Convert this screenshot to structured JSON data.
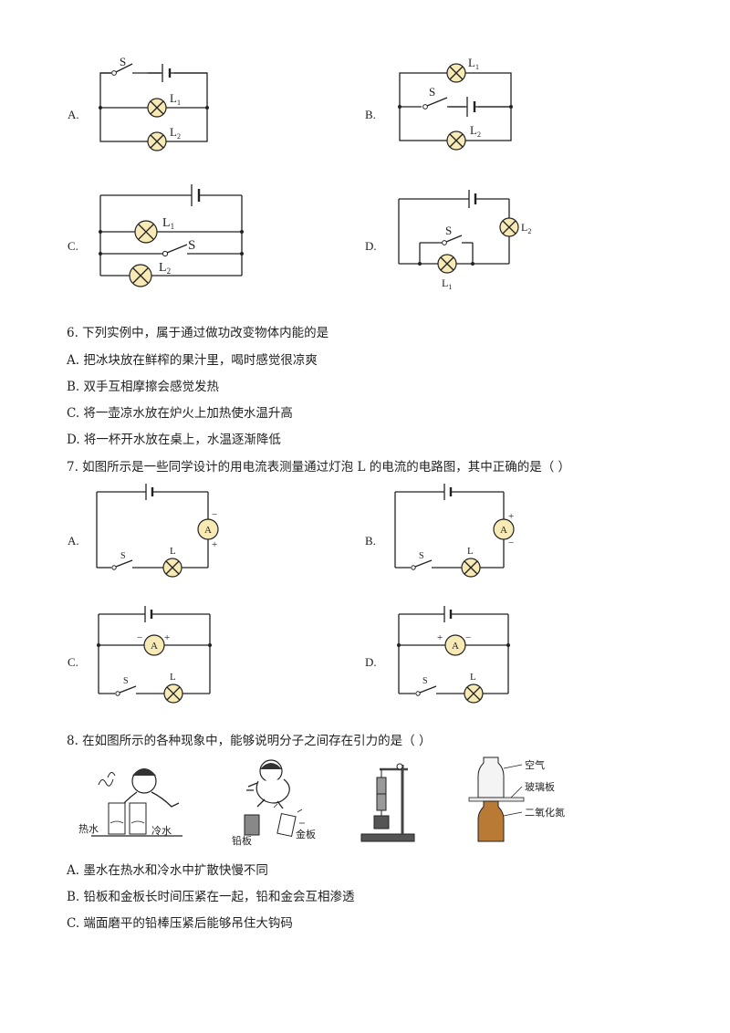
{
  "q5": {
    "options": [
      {
        "letter": "A.",
        "switch": "S",
        "lamp1": "L",
        "lamp1_sub": "1",
        "lamp2": "L",
        "lamp2_sub": "2"
      },
      {
        "letter": "B.",
        "switch": "S",
        "lamp1": "L",
        "lamp1_sub": "1",
        "lamp2": "L",
        "lamp2_sub": "2"
      },
      {
        "letter": "C.",
        "switch": "S",
        "lamp1": "L",
        "lamp1_sub": "1",
        "lamp2": "L",
        "lamp2_sub": "2"
      },
      {
        "letter": "D.",
        "switch": "S",
        "lamp1": "L",
        "lamp1_sub": "1",
        "lamp2": "L",
        "lamp2_sub": "2"
      }
    ]
  },
  "q6": {
    "stem": "6. 下列实例中，属于通过做功改变物体内能的是",
    "choices": [
      "A.  把冰块放在鲜榨的果汁里，喝时感觉很凉爽",
      "B.  双手互相摩擦会感觉发热",
      "C.  将一壶凉水放在炉火上加热使水温升高",
      "D.  将一杯开水放在桌上，水温逐渐降低"
    ]
  },
  "q7": {
    "stem": "7. 如图所示是一些同学设计的用电流表测量通过灯泡 L 的电流的电路图，其中正确的是（        ）",
    "options": [
      {
        "letter": "A.",
        "meter": "A",
        "switch": "S",
        "lamp": "L",
        "plus": "+",
        "minus": "−"
      },
      {
        "letter": "B.",
        "meter": "A",
        "switch": "S",
        "lamp": "L",
        "plus": "+",
        "minus": "−"
      },
      {
        "letter": "C.",
        "meter": "A",
        "switch": "S",
        "lamp": "L",
        "plus": "+",
        "minus": "−"
      },
      {
        "letter": "D.",
        "meter": "A",
        "switch": "S",
        "lamp": "L",
        "plus": "+",
        "minus": "−"
      }
    ]
  },
  "q8": {
    "stem": "8. 在如图所示的各种现象中，能够说明分子之间存在引力的是（  ）",
    "figure_labels": {
      "hot_water": "热水",
      "cold_water": "冷水",
      "lead_plate": "铅板",
      "gold_plate": "金板",
      "air": "空气",
      "glass_plate": "玻璃板",
      "no2": "二氧化氮"
    },
    "choices": [
      "A.  墨水在热水和冷水中扩散快慢不同",
      "B.  铅板和金板长时间压紧在一起，铅和金会互相渗透",
      "C.  端面磨平的铅棒压紧后能够吊住大钩码"
    ]
  }
}
